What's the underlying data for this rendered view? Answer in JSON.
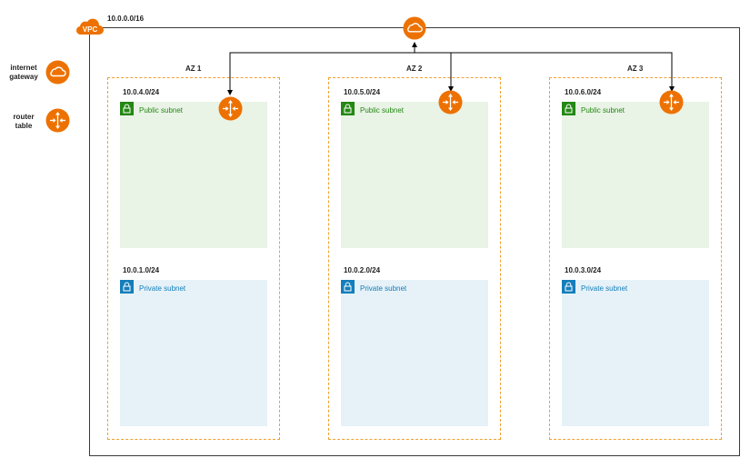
{
  "vpc": {
    "badge": "VPC",
    "cidr": "10.0.0.0/16"
  },
  "legend": {
    "internet_gateway": [
      "internet",
      "gateway"
    ],
    "router_table": [
      "router",
      "table"
    ]
  },
  "azs": [
    {
      "name": "AZ 1",
      "public_cidr": "10.0.4.0/24",
      "public_label": "Public subnet",
      "private_cidr": "10.0.1.0/24",
      "private_label": "Private subnet"
    },
    {
      "name": "AZ 2",
      "public_cidr": "10.0.5.0/24",
      "public_label": "Public subnet",
      "private_cidr": "10.0.2.0/24",
      "private_label": "Private subnet"
    },
    {
      "name": "AZ 3",
      "public_cidr": "10.0.6.0/24",
      "public_label": "Public subnet",
      "private_cidr": "10.0.3.0/24",
      "private_label": "Private subnet"
    }
  ],
  "colors": {
    "aws_orange": "#ed7100",
    "az_border": "#f0a030",
    "public_fill": "#e9f3e6",
    "public_accent": "#248814",
    "private_fill": "#e6f2f8",
    "private_accent": "#147eba"
  },
  "icons": {
    "gateway": "cloud-icon",
    "router": "router-arrows-icon",
    "lock": "lock-icon"
  }
}
